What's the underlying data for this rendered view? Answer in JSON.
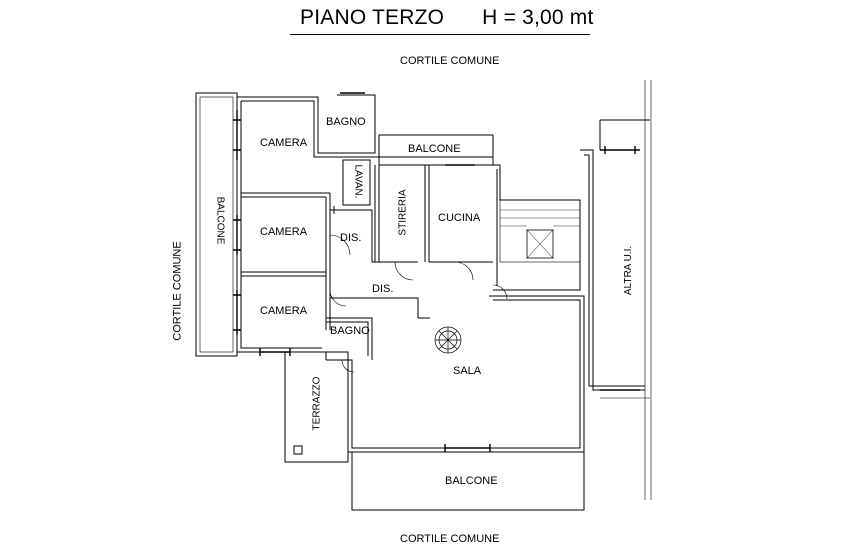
{
  "title": {
    "floor": "PIANO TERZO",
    "height": "H = 3,00 mt"
  },
  "surroundings": {
    "top": "CORTILE COMUNE",
    "bottom": "CORTILE COMUNE",
    "left": "CORTILE COMUNE",
    "right": "ALTRA U.I."
  },
  "rooms": {
    "camera_1": "CAMERA",
    "camera_2": "CAMERA",
    "camera_3": "CAMERA",
    "bagno_1": "BAGNO",
    "bagno_2": "BAGNO",
    "balcone_top": "BALCONE",
    "balcone_left": "BALCONE",
    "balcone_bottom": "BALCONE",
    "lavanderia": "LAVAN.",
    "stireria": "STIRERIA",
    "cucina": "CUCINA",
    "dis_1": "DIS.",
    "dis_2": "DIS.",
    "sala": "SALA",
    "terrazzo": "TERRAZZO"
  }
}
